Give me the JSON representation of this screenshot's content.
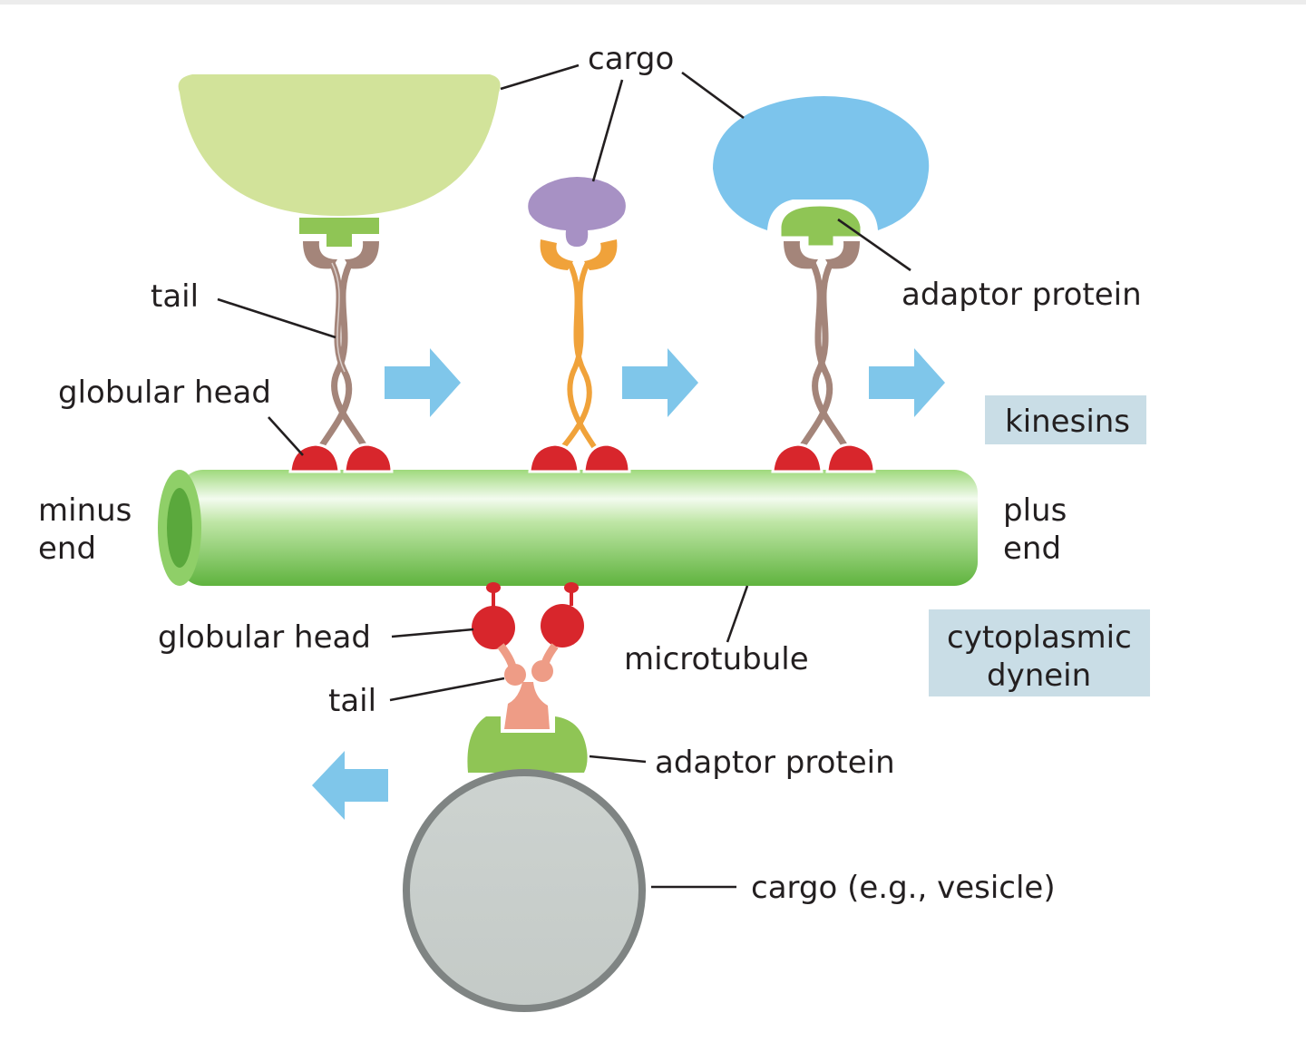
{
  "labels": {
    "cargo_top": "cargo",
    "tail_top": "tail",
    "globular_head_top": "globular head",
    "adaptor_protein_top": "adaptor protein",
    "kinesins": "kinesins",
    "minus": "minus",
    "end_left": "end",
    "plus": "plus",
    "end_right": "end",
    "globular_head_bottom": "globular head",
    "microtubule": "microtubule",
    "cytoplasmic": "cytoplasmic",
    "dynein": "dynein",
    "tail_bottom": "tail",
    "adaptor_protein_bottom": "adaptor protein",
    "cargo_vesicle": "cargo (e.g., vesicle)"
  },
  "colors": {
    "microtubule": "#7fcc5a",
    "microtubule_dark": "#5aa83c",
    "motor_head": "#d8262c",
    "kinesin_tail": "#a4857a",
    "orange_tail": "#f0a23a",
    "dynein_tail": "#ee9c86",
    "adaptor": "#8fc555",
    "cargo_green": "#d2e39a",
    "cargo_purple": "#a791c4",
    "cargo_blue": "#7cc4ec",
    "vesicle": "#c8cecb",
    "arrow": "#7fc6ea",
    "tag_box": "#c9dde6"
  },
  "icons": [
    "direction-arrow-icon"
  ]
}
